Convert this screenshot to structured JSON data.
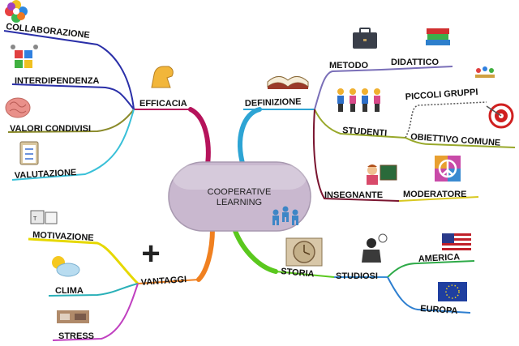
{
  "central": {
    "line1": "COOPERATIVE",
    "line2": "LEARNING",
    "fill": "#c9b8cf"
  },
  "branches": {
    "efficacia": {
      "label": "EFFICACIA",
      "color": "#b5135b",
      "children": {
        "collaborazione": {
          "label": "COLLABORAZIONE",
          "color": "#2a2fa8"
        },
        "interdipendenza": {
          "label": "INTERDIPENDENZA",
          "color": "#2a2fa8"
        },
        "valori": {
          "label": "VALORI CONDIVISI",
          "color": "#8a8a2a"
        },
        "valutazione": {
          "label": "VALUTAZIONE",
          "color": "#39c0d8"
        }
      }
    },
    "definizione": {
      "label": "DEFINIZIONE",
      "color": "#2da4d4",
      "children": {
        "metodo": {
          "label": "METODO",
          "color": "#7a6fb8"
        },
        "didattico": {
          "label": "DIDATTICO",
          "color": "#7a6fb8"
        },
        "studenti": {
          "label": "STUDENTI",
          "color": "#98a82a"
        },
        "piccoli": {
          "label": "PICCOLI GRUPPI",
          "color": "#555555"
        },
        "obiettivo": {
          "label": "OBIETTIVO COMUNE",
          "color": "#98a82a"
        },
        "insegnante": {
          "label": "INSEGNANTE",
          "color": "#7a1530"
        },
        "moderatore": {
          "label": "MODERATORE",
          "color": "#d8c820"
        }
      }
    },
    "vantaggi": {
      "label": "VANTAGGI",
      "color": "#f08020",
      "children": {
        "motivazione": {
          "label": "MOTIVAZIONE",
          "color": "#e6d800"
        },
        "clima": {
          "label": "CLIMA",
          "color": "#2ab0b8"
        },
        "stress": {
          "label": "STRESS",
          "color": "#c040c0"
        }
      }
    },
    "storia": {
      "label": "STORIA",
      "color": "#5ac81e",
      "children": {
        "studiosi": {
          "label": "STUDIOSI",
          "color": "#3b8fd8"
        },
        "america": {
          "label": "AMERICA",
          "color": "#2eaa48"
        },
        "europa": {
          "label": "EUROPA",
          "color": "#2e7fd0"
        }
      }
    }
  },
  "icons": {
    "plus": "+",
    "flower": "flower-icon",
    "puzzle": "puzzle-people-icon",
    "brain": "brain-icon",
    "clipboard": "clipboard-checklist-icon",
    "muscle": "flexed-arm-icon",
    "book": "open-book-icon",
    "briefcase": "briefcase-icon",
    "books": "stacked-books-icon",
    "students": "students-icon",
    "small-group": "small-group-icon",
    "target": "target-icon",
    "teacher": "teacher-icon",
    "peace": "peace-sign-icon",
    "clock": "antique-clock-icon",
    "thinker": "thinker-icon",
    "usa-flag": "usa-flag-icon",
    "eu-flag": "eu-flag-icon",
    "weather": "sun-cloud-icon",
    "dice": "dice-icon",
    "stress": "stress-icon",
    "people": "people-group-icon"
  }
}
